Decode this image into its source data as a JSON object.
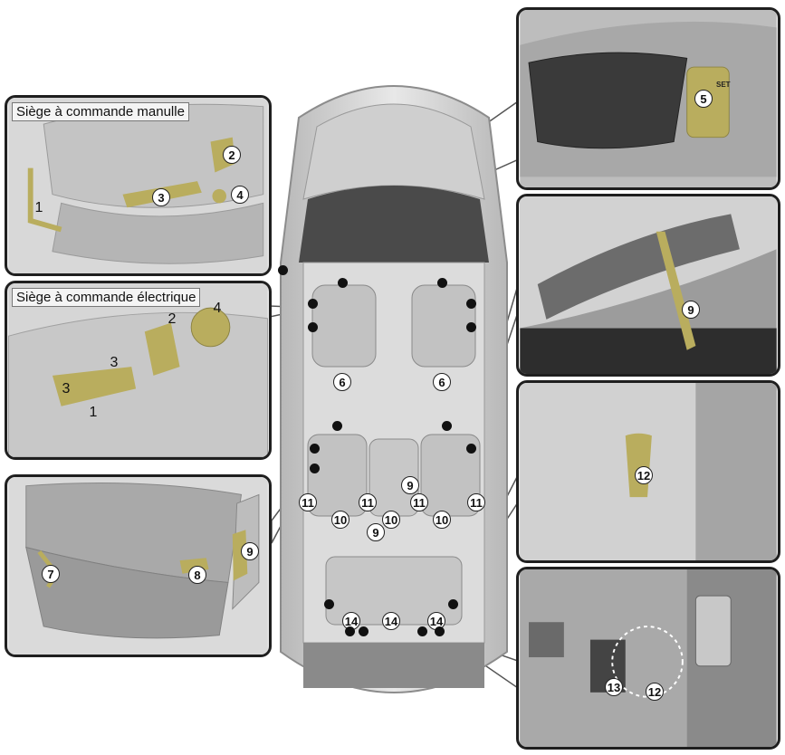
{
  "captions": {
    "manual_seat": "Siège à commande manulle",
    "power_seat": "Siège à commande électrique"
  },
  "callouts": {
    "manual_1": "1",
    "manual_2": "2",
    "manual_3": "3",
    "manual_4": "4",
    "power_1": "1",
    "power_2": "2",
    "power_3a": "3",
    "power_3b": "3",
    "power_4": "4",
    "door_5": "5",
    "belt_9": "9",
    "rear_7": "7",
    "rear_8": "8",
    "rear_9": "9",
    "anchor_12": "12",
    "trunk_12": "12",
    "trunk_13": "13",
    "car_6a": "6",
    "car_6b": "6",
    "car_9a": "9",
    "car_9b": "9",
    "car_10a": "10",
    "car_10b": "10",
    "car_10c": "10",
    "car_11a": "11",
    "car_11b": "11",
    "car_11c": "11",
    "car_11d": "11",
    "car_14a": "14",
    "car_14b": "14",
    "car_14c": "14"
  },
  "door_button_text": "SET",
  "colors": {
    "lever": "#b9ad5e",
    "car_body": "#d7d7d7",
    "panel_border": "#1f1f1f"
  }
}
